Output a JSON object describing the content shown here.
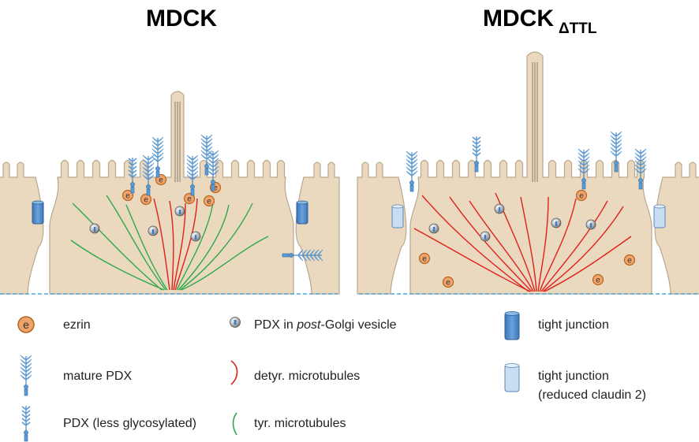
{
  "panels": {
    "left_title": "MDCK",
    "right_title_main": "MDCK",
    "right_title_sub": "ΔTTL"
  },
  "legend": {
    "ezrin": {
      "icon_letter": "e",
      "label": "ezrin"
    },
    "mature_pdx": {
      "label": "mature PDX"
    },
    "less_glyco_pdx": {
      "label": "PDX (less glycosylated)"
    },
    "vesicle": {
      "label_pre": "PDX in ",
      "label_italic": "post",
      "label_post": "-Golgi vesicle"
    },
    "detyr": {
      "label": "detyr. microtubules"
    },
    "tyr": {
      "label": "tyr. microtubules"
    },
    "tj": {
      "label": "tight junction"
    },
    "tj_reduced": {
      "label_line1": "tight junction",
      "label_line2": "(reduced claudin 2)"
    }
  },
  "colors": {
    "cell_fill": "#ead9be",
    "cell_stroke": "#b9a88d",
    "ezrin_fill": "#f0a36a",
    "ezrin_stroke": "#b5651e",
    "pdx_blue": "#5b9bd5",
    "pdx_dark": "#2e6ea8",
    "tight_junction": "#4f86c6",
    "tight_junction_reduced": "#c9def2",
    "detyr_microtubule": "#e0201b",
    "tyr_microtubule": "#2ea84a",
    "baseline": "#4aa3d8"
  }
}
